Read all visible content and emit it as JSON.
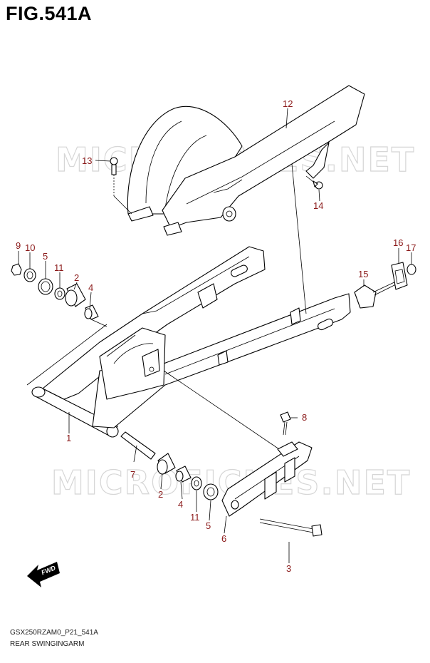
{
  "figure": {
    "title": "FIG.541A",
    "code": "GSX250RZAM0_P21_541A",
    "name": "REAR SWINGINGARM",
    "watermark": "MICROFICHES.NET",
    "fwd_label": "FWD"
  },
  "callouts": [
    {
      "id": "12",
      "label": "12"
    },
    {
      "id": "13",
      "label": "13"
    },
    {
      "id": "14",
      "label": "14"
    },
    {
      "id": "9",
      "label": "9"
    },
    {
      "id": "10",
      "label": "10"
    },
    {
      "id": "5a",
      "label": "5"
    },
    {
      "id": "11a",
      "label": "11"
    },
    {
      "id": "2a",
      "label": "2"
    },
    {
      "id": "4a",
      "label": "4"
    },
    {
      "id": "16",
      "label": "16"
    },
    {
      "id": "17",
      "label": "17"
    },
    {
      "id": "15",
      "label": "15"
    },
    {
      "id": "8",
      "label": "8"
    },
    {
      "id": "1",
      "label": "1"
    },
    {
      "id": "7",
      "label": "7"
    },
    {
      "id": "2b",
      "label": "2"
    },
    {
      "id": "4b",
      "label": "4"
    },
    {
      "id": "11b",
      "label": "11"
    },
    {
      "id": "5b",
      "label": "5"
    },
    {
      "id": "6",
      "label": "6"
    },
    {
      "id": "3",
      "label": "3"
    }
  ],
  "colors": {
    "callout": "#8b1a1a",
    "line": "#000000",
    "watermark": "#d6d6d6"
  }
}
